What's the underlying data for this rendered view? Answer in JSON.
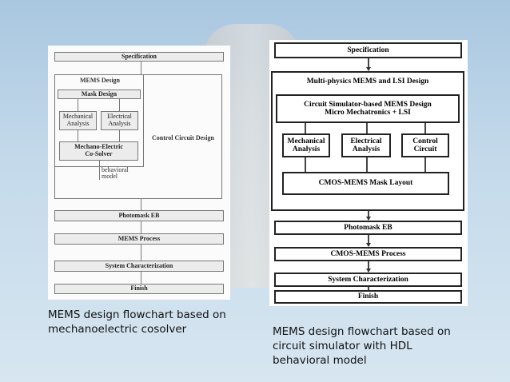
{
  "left_diagram": {
    "specification": "Specification",
    "mems_design": "MEMS Design",
    "mask_design": "Mask Design",
    "mechanical_analysis": "Mechanical\nAnalysis",
    "electrical_analysis": "Electrical\nAnalysis",
    "co_solver": "Mechano-Electric\nCo-Solver",
    "control_circuit_design": "Control Circuit Design",
    "behavioral_model": "behavioral\nmodel",
    "photomask": "Photomask EB",
    "mems_process": "MEMS Process",
    "system_characterization": "System Characterization",
    "finish": "Finish"
  },
  "right_diagram": {
    "specification": "Specification",
    "multi_physics": "Multi-physics MEMS and LSI Design",
    "circuit_simulator": "Circuit Simulator-based MEMS Design\nMicro Mechatronics + LSI",
    "mechanical_analysis": "Mechanical\nAnalysis",
    "electrical_analysis": "Electrical\nAnalysis",
    "control_circuit": "Control\nCircuit",
    "mask_layout": "CMOS-MEMS Mask Layout",
    "photomask": "Photomask EB",
    "process": "CMOS-MEMS Process",
    "system_characterization": "System Characterization",
    "finish": "Finish"
  },
  "captions": {
    "left": "MEMS design flowchart based on\nmechanoelectric cosolver",
    "right": "MEMS design flowchart based on\ncircuit simulator with HDL\nbehavioral model"
  }
}
